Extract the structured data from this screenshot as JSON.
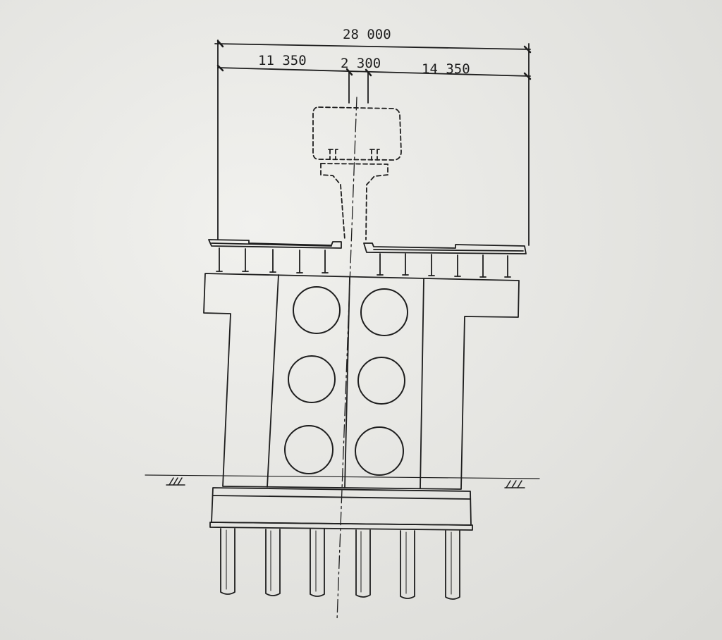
{
  "dimensions": {
    "overall": "28 000",
    "left_span": "11 350",
    "center_span": "2 300",
    "right_span": "14 350"
  },
  "ground_marks": {
    "left": "ꟷ",
    "right": "ꟷ"
  },
  "colors": {
    "paper": "#e9e9e6",
    "ink": "#1e1e1e"
  }
}
